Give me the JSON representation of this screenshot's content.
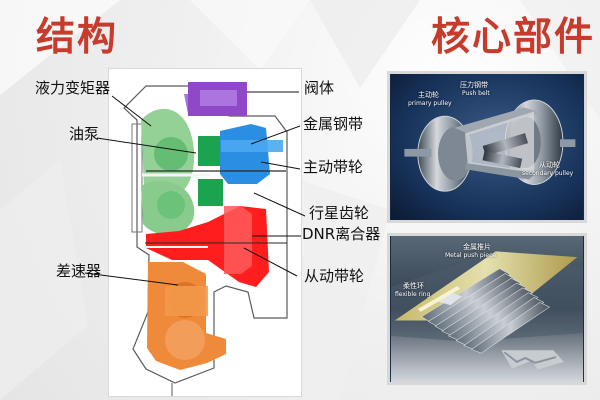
{
  "titles": {
    "left": "结构",
    "right": "核心部件"
  },
  "diagram": {
    "labels": {
      "torque_converter": "液力变矩器",
      "oil_pump": "油泵",
      "valve_body": "阀体",
      "metal_belt": "金属钢带",
      "primary_pulley": "主动带轮",
      "planetary_gear": "行星齿轮",
      "dnr_clutch": "DNR离合器",
      "differential": "差速器",
      "secondary_pulley": "从动带轮"
    }
  },
  "core_parts": {
    "top": {
      "primary_cn": "主动轮",
      "primary_en": "primary pulley",
      "belt_cn": "压力钢带",
      "belt_en": "Push belt",
      "secondary_cn": "从动轮",
      "secondary_en": "secondary pulley"
    },
    "bottom": {
      "push_piece_cn": "金属推片",
      "push_piece_en": "Metal push piece",
      "ring_cn": "柔性环",
      "ring_en": "flexible ring"
    }
  },
  "colors": {
    "title": "#c73b2c",
    "torque_converter": "#8fd18f",
    "oil_pump": "#21a85a",
    "valve_body": "#8f48c7",
    "primary_pulley": "#2a8fe2",
    "secondary_pulley": "#ff1d1d",
    "differential": "#ef8a3b",
    "panel_bg": "#ffffff"
  },
  "icons": {
    "diagram": "cvt-cross-section-diagram",
    "top_photo": "pulley-belt-image",
    "bottom_photo": "metal-belt-image"
  }
}
